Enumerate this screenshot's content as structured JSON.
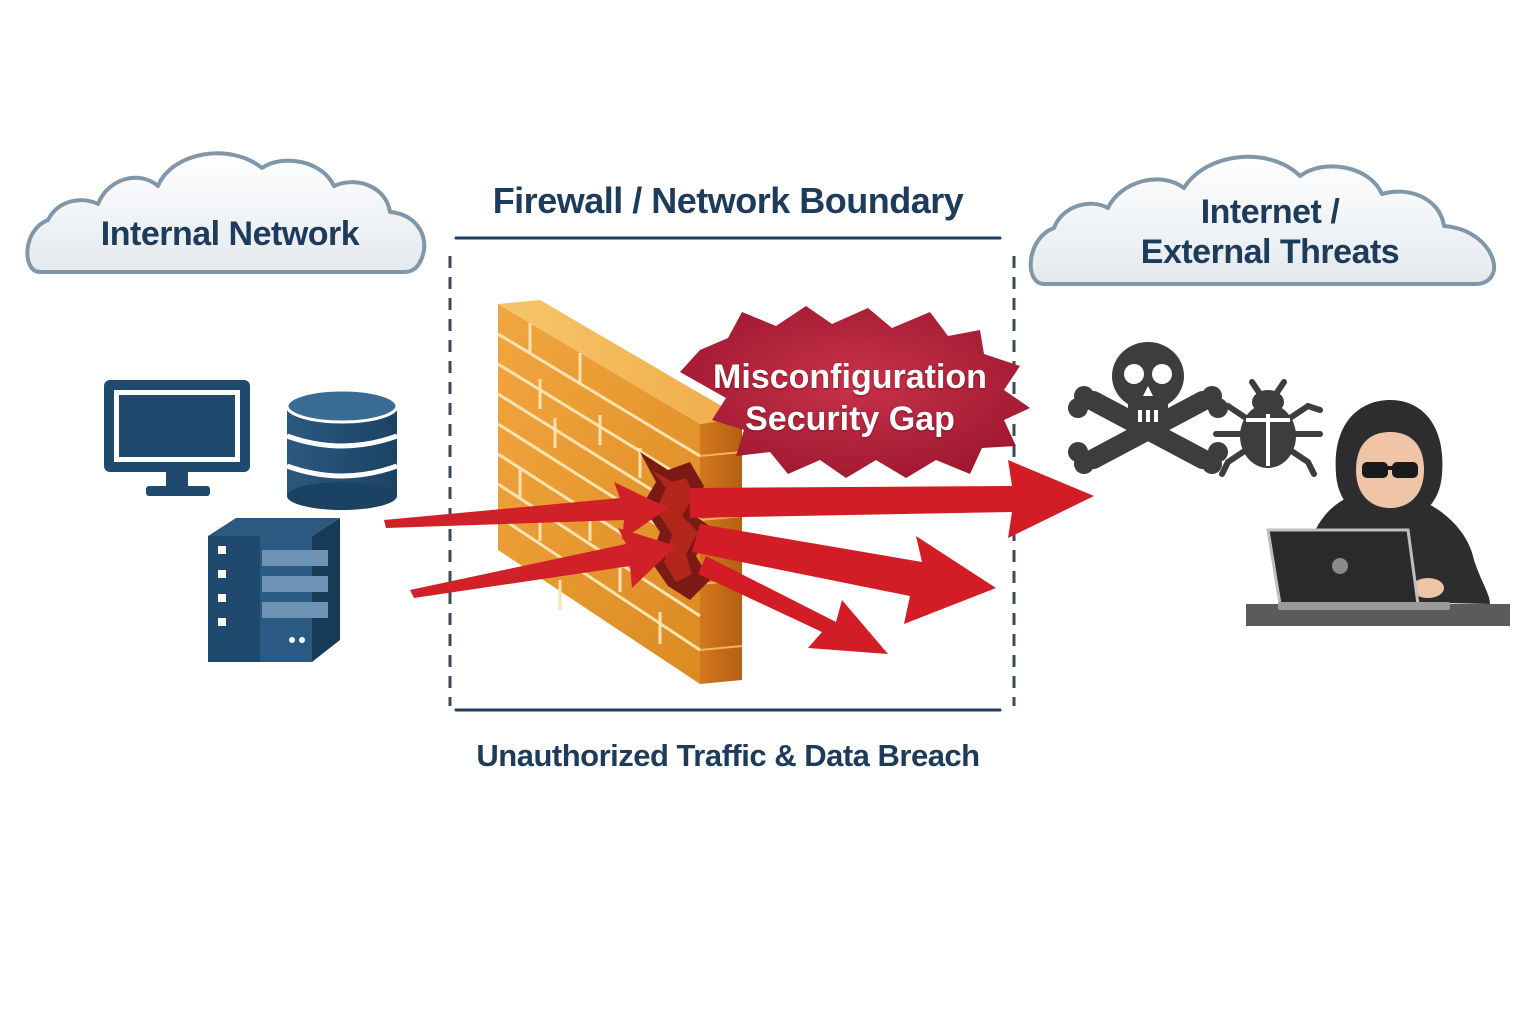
{
  "clouds": {
    "internal": {
      "label": "Internal Network"
    },
    "external": {
      "line1": "Internet /",
      "line2": "External Threats"
    }
  },
  "firewall": {
    "heading": "Firewall / Network Boundary",
    "alert_line1": "Misconfiguration",
    "alert_line2": "Security Gap",
    "footer": "Unauthorized Traffic & Data Breach"
  },
  "internal_assets": [
    "monitor-icon",
    "database-icon",
    "server-icon"
  ],
  "external_threats": [
    "skull-crossbones-icon",
    "bug-icon",
    "hacker-icon"
  ],
  "colors": {
    "text": "#1d3b5a",
    "asset_blue": "#1f4a6e",
    "cloud_fill": "#eef1f4",
    "cloud_stroke": "#7f97a8",
    "brick": "#e8962c",
    "breach_red": "#d02128",
    "alert_red": "#b3203a",
    "threat_gray": "#3d3d3f"
  }
}
